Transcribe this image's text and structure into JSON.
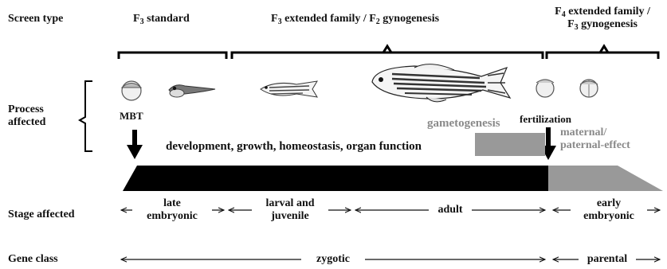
{
  "rows": {
    "screen_type": "Screen type",
    "process_affected": [
      "Process",
      "affected"
    ],
    "stage_affected": "Stage affected",
    "gene_class": "Gene class"
  },
  "screens": {
    "f3_standard": {
      "pre": "F",
      "sub": "3",
      "post": " standard"
    },
    "f3_extended": {
      "pre1": "F",
      "sub1": "3",
      "mid": " extended family / F",
      "sub2": "2",
      "post": " gynogenesis"
    },
    "f4_extended": {
      "line1": {
        "pre": "F",
        "sub": "4",
        "post": " extended family /"
      },
      "line2": {
        "pre": "F",
        "sub": "3",
        "post": " gynogenesis"
      }
    }
  },
  "process": {
    "mbt": "MBT",
    "fertilization": "fertilization",
    "gametogenesis": "gametogenesis",
    "development": "development, growth, homeostasis, organ function",
    "maternal_line1": "maternal/",
    "maternal_line2": "paternal-effect"
  },
  "stages": [
    {
      "line1": "late",
      "line2": "embryonic"
    },
    {
      "line1": "larval and",
      "line2": "juvenile"
    },
    {
      "line1": "adult",
      "line2": ""
    },
    {
      "line1": "early",
      "line2": "embryonic"
    }
  ],
  "gene_classes": {
    "zygotic": "zygotic",
    "parental": "parental"
  },
  "colors": {
    "zygotic_bar": "#000000",
    "parental_bar": "#999999",
    "grey_text": "#8a8a8a"
  },
  "icons": [
    "embryo-icon",
    "early-larva-icon",
    "juvenile-fish-icon",
    "adult-zebrafish-icon",
    "fertilized-egg-icon",
    "cleavage-embryo-icon"
  ]
}
